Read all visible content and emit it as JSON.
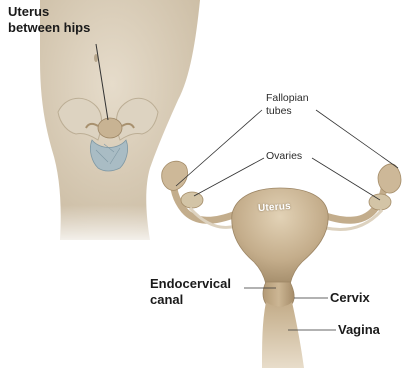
{
  "diagram": {
    "inset_label": [
      "Uterus",
      "between hips"
    ],
    "labels": {
      "fallopian_tubes": [
        "Fallopian",
        "tubes"
      ],
      "ovaries": "Ovaries",
      "uterus": "Uterus",
      "endocervical_canal": [
        "Endocervical",
        "canal"
      ],
      "cervix": "Cervix",
      "vagina": "Vagina"
    }
  },
  "colors": {
    "skin": "#d8cbb5",
    "organ": "#c2ab8a",
    "organ_highlight": "#e3d4bb",
    "organ_shadow": "#9c8564",
    "ovary": "#cdbd9e",
    "pelvis_blue": "#9fb4bf",
    "leader_line": "#333333"
  }
}
